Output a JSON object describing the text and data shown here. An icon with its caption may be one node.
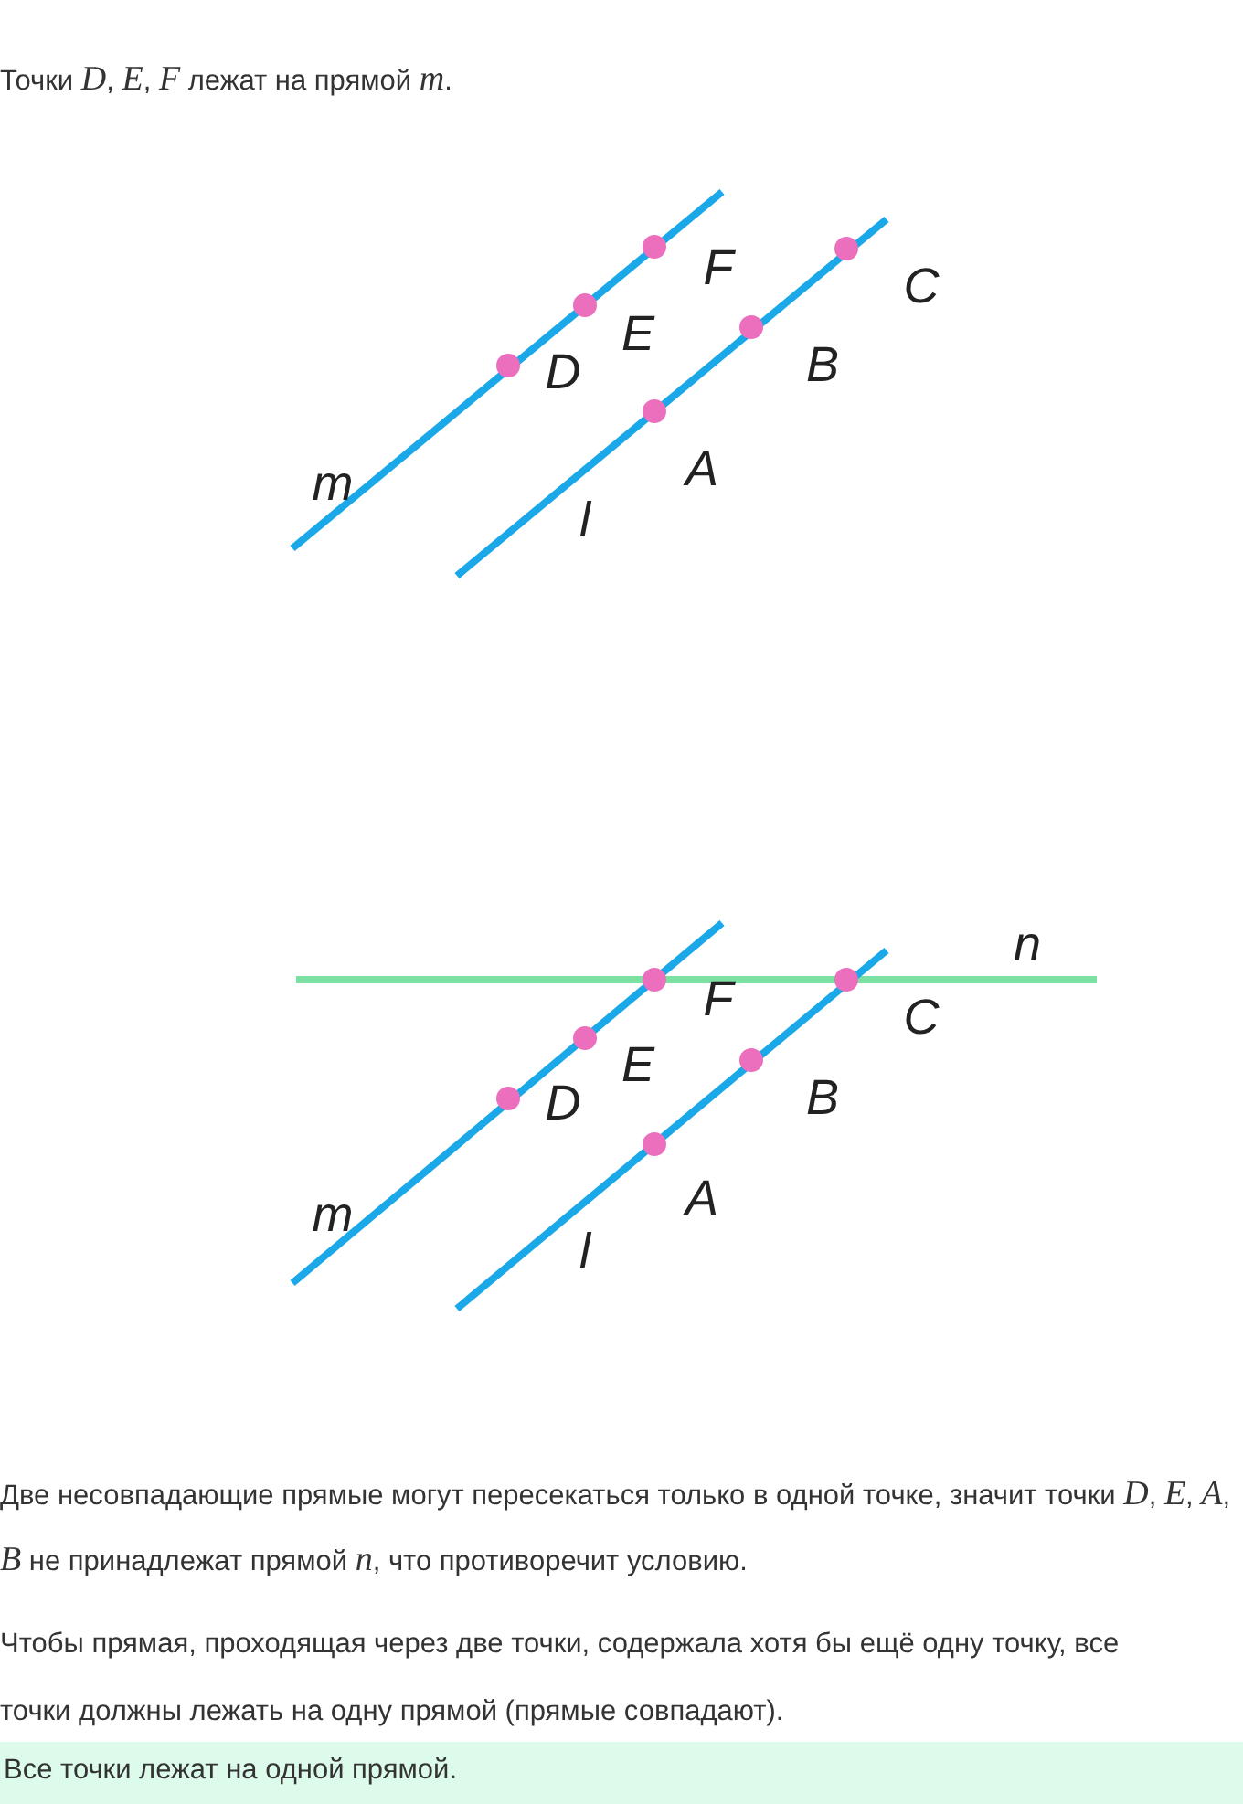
{
  "diagram": {
    "nodes": [
      {
        "text": [
          "Все точки лежат на одной прямой."
        ]
      }
    ],
    "labels": [
      "Точки *D*, *E*, *F* лежат на прямой *m*.",
      "F",
      "E",
      "D",
      "C",
      "B",
      "A",
      "m",
      "l",
      "n",
      "F",
      "E",
      "D",
      "C",
      "B",
      "A",
      "m",
      "l",
      "Две несовпадающие прямые могут пересекаться только в одной точке, значит точки *D*, *E*, *A*, *B* не принадлежат прямой *n*, что противоречит условию.",
      "Чтобы прямая, проходящая через две точки, содержала хотя бы ещё одну точку, все точки должны лежать на одну прямой (прямые совпадают)."
    ]
  }
}
